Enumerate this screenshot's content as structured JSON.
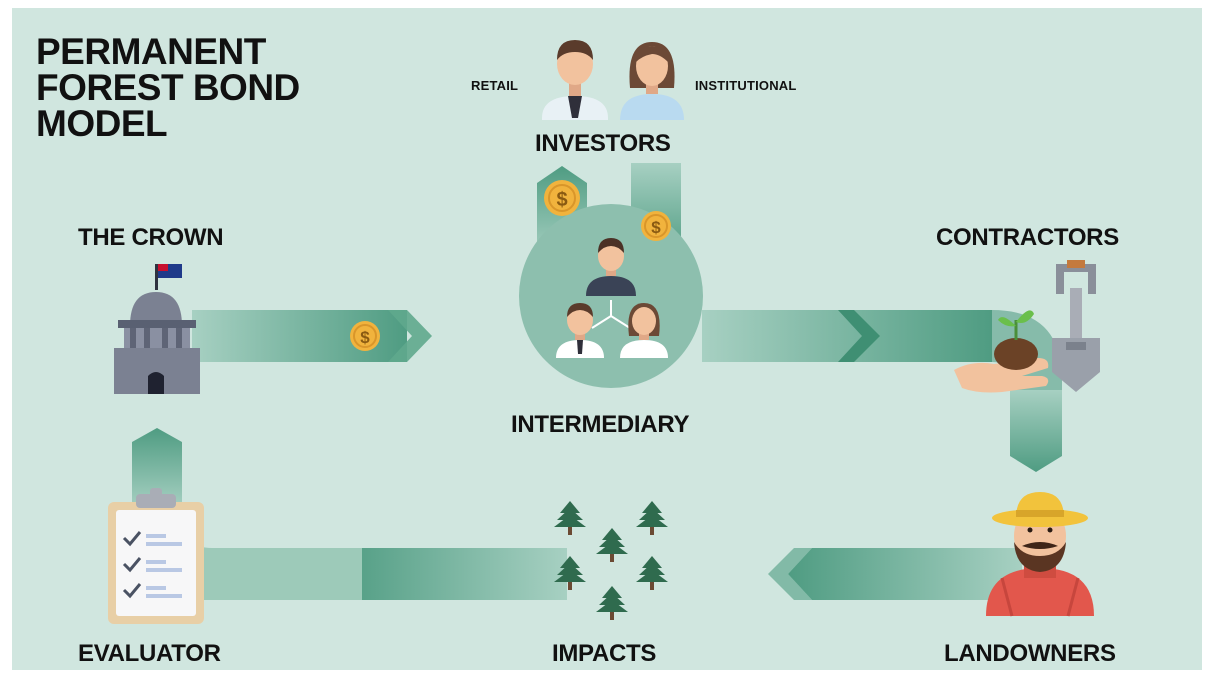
{
  "title": "PERMANENT\nFOREST BOND\nMODEL",
  "nodes": {
    "investors": "INVESTORS",
    "retail": "RETAIL",
    "institutional": "INSTITUTIONAL",
    "crown": "THE CROWN",
    "contractors": "CONTRACTORS",
    "intermediary": "INTERMEDIARY",
    "evaluator": "EVALUATOR",
    "impacts": "IMPACTS",
    "landowners": "LANDOWNERS"
  },
  "currency_symbol": "$",
  "colors": {
    "background": "#d0e6df",
    "flow": "#7eb5a4",
    "flow_dark": "#3f8f73",
    "coin": "#f1b33d"
  }
}
